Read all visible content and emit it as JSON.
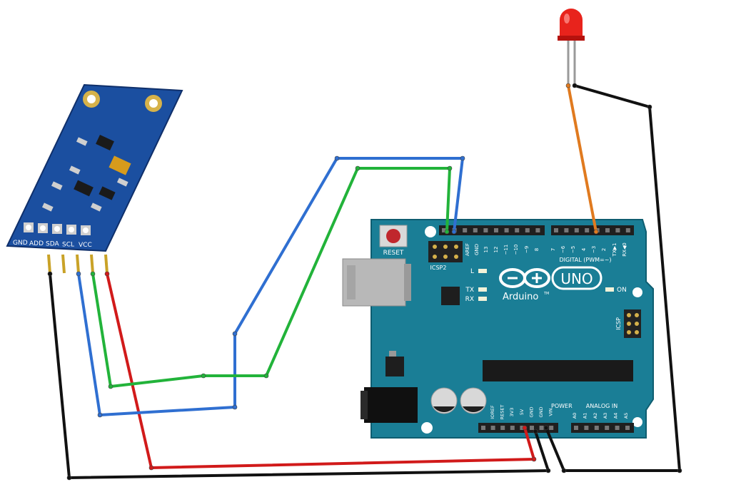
{
  "sensor": {
    "pin_labels": [
      "GND",
      "ADD",
      "SDA",
      "SCL",
      "VCC"
    ]
  },
  "arduino": {
    "reset_label": "RESET",
    "icsp2_label": "ICSP2",
    "icsp_label": "ICSP",
    "aref_label": "AREF",
    "gnd_label": "GND",
    "led_l_label": "L",
    "tx_label": "TX",
    "rx_label": "RX",
    "on_label": "ON",
    "brand_label": "Arduino",
    "tm_label": "TM",
    "model_label": "UNO",
    "digital_header_label": "DIGITAL (PWM=~)",
    "digital_pins": [
      "13",
      "12",
      "~11",
      "~10",
      "~9",
      "8",
      "7",
      "~6",
      "~5",
      "4",
      "~3",
      "2",
      "TX▶1",
      "RX◀0"
    ],
    "power_header_label": "POWER",
    "power_pins": [
      "IOREF",
      "RESET",
      "3V3",
      "5V",
      "GND",
      "GND",
      "VIN"
    ],
    "analog_header_label": "ANALOG IN",
    "analog_pins": [
      "A0",
      "A1",
      "A2",
      "A3",
      "A4",
      "A5"
    ]
  },
  "wires": {
    "gnd_color": "#111111",
    "vcc_color": "#d11a1a",
    "sda_color": "#2f6fd1",
    "scl_color": "#22b33a",
    "led_anode_color": "#e07a1f",
    "led_cathode_color": "#111111"
  },
  "led": {
    "color": "#e8231c"
  }
}
